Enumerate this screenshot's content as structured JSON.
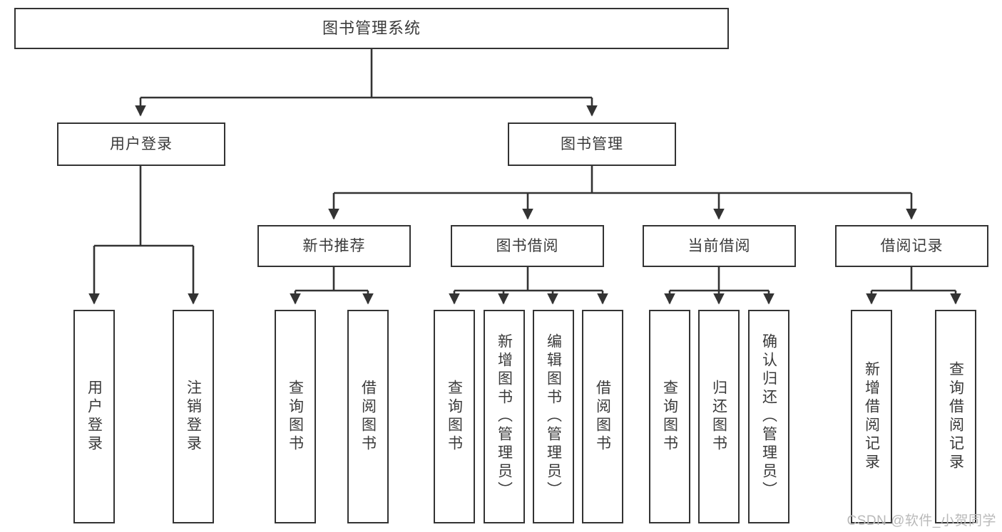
{
  "diagram": {
    "title": "图书管理系统",
    "type": "hierarchy-tree",
    "root": {
      "id": "root",
      "label": "图书管理系统"
    },
    "level2": [
      {
        "id": "user-login",
        "label": "用户登录"
      },
      {
        "id": "book-manage",
        "label": "图书管理"
      }
    ],
    "level3": [
      {
        "id": "new-book-rec",
        "label": "新书推荐",
        "parent": "book-manage"
      },
      {
        "id": "book-borrow",
        "label": "图书借阅",
        "parent": "book-manage"
      },
      {
        "id": "current-borrow",
        "label": "当前借阅",
        "parent": "book-manage"
      },
      {
        "id": "borrow-record",
        "label": "借阅记录",
        "parent": "book-manage"
      }
    ],
    "leaves": [
      {
        "id": "leaf-user-login",
        "label": "用户登录",
        "parent": "user-login"
      },
      {
        "id": "leaf-logout",
        "label": "注销登录",
        "parent": "user-login"
      },
      {
        "id": "leaf-query-book-1",
        "label": "查询图书",
        "parent": "new-book-rec"
      },
      {
        "id": "leaf-borrow-book-1",
        "label": "借阅图书",
        "parent": "new-book-rec"
      },
      {
        "id": "leaf-query-book-2",
        "label": "查询图书",
        "parent": "book-borrow"
      },
      {
        "id": "leaf-add-book",
        "label": "新增图书（管理员）",
        "parent": "book-borrow"
      },
      {
        "id": "leaf-edit-book",
        "label": "编辑图书（管理员）",
        "parent": "book-borrow"
      },
      {
        "id": "leaf-borrow-book-2",
        "label": "借阅图书",
        "parent": "book-borrow"
      },
      {
        "id": "leaf-query-book-3",
        "label": "查询图书",
        "parent": "current-borrow"
      },
      {
        "id": "leaf-return-book",
        "label": "归还图书",
        "parent": "current-borrow"
      },
      {
        "id": "leaf-confirm-return",
        "label": "确认归还（管理员）",
        "parent": "current-borrow"
      },
      {
        "id": "leaf-add-record",
        "label": "新增借阅记录",
        "parent": "borrow-record"
      },
      {
        "id": "leaf-query-record",
        "label": "查询借阅记录",
        "parent": "borrow-record"
      }
    ]
  },
  "watermark": {
    "text": "CSDN @软件_小贺同学"
  },
  "colors": {
    "stroke": "#333333",
    "text": "#3a3a3a",
    "background": "#ffffff",
    "watermark": "#b9b9b9"
  }
}
